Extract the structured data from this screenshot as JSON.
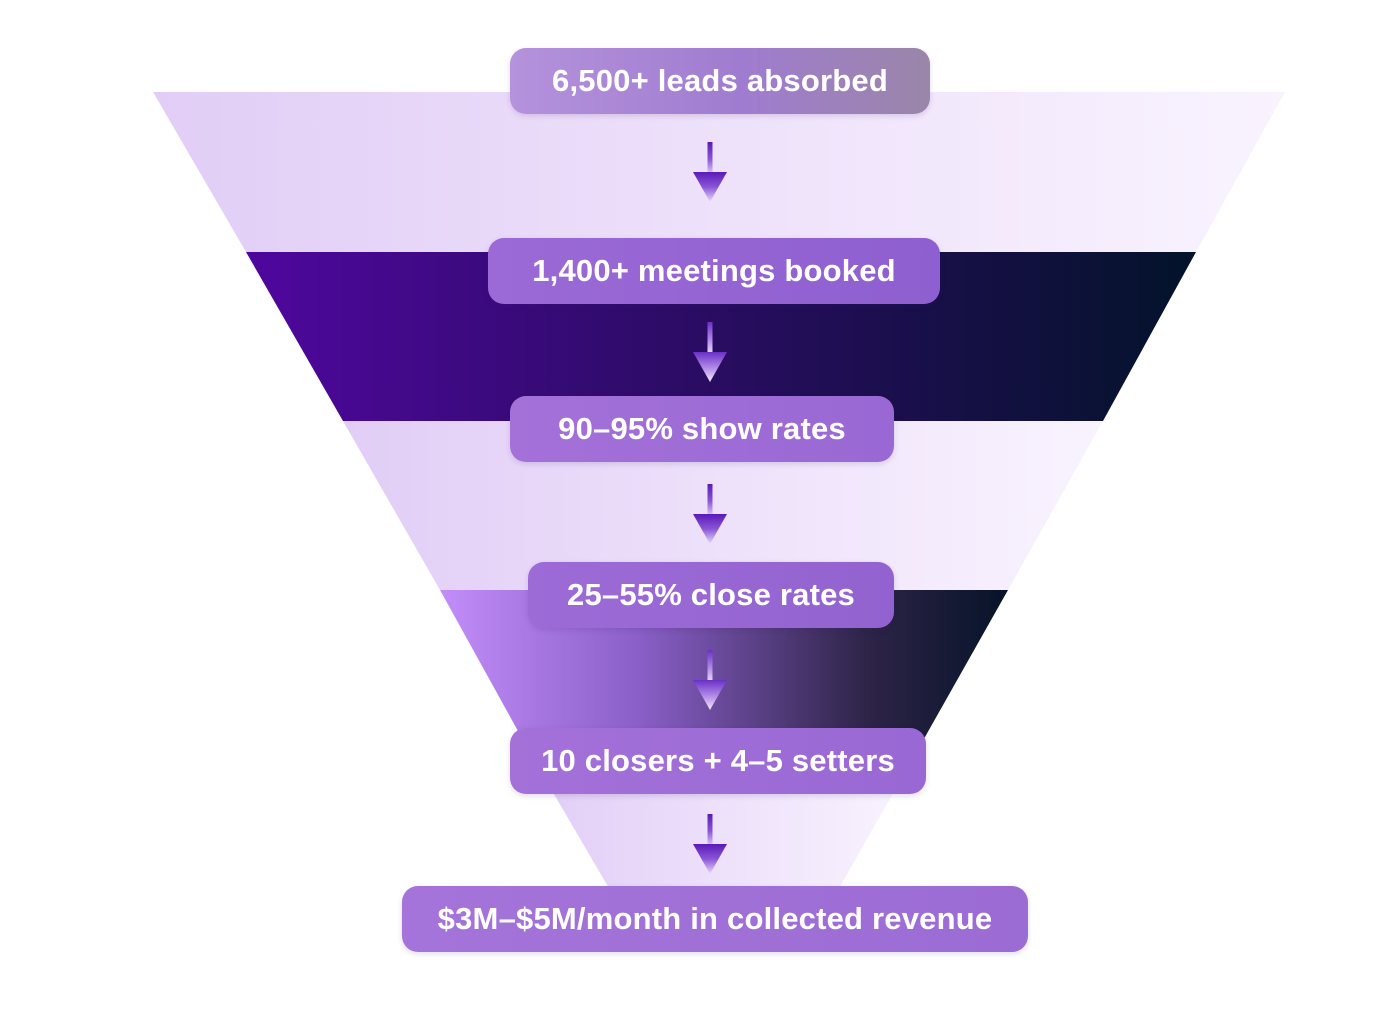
{
  "steps": [
    {
      "label": "6,500+ leads absorbed"
    },
    {
      "label": "1,400+ meetings booked"
    },
    {
      "label": "90–95% show rates"
    },
    {
      "label": "25–55% close rates"
    },
    {
      "label": "10 closers + 4–5 setters"
    },
    {
      "label": "$3M–$5M/month in collected revenue"
    }
  ],
  "colors": {
    "light_band_start": "#e2cff7",
    "light_band_end": "#f8f1fd",
    "dark_band_start": "#4e079c",
    "dark_band_end": "#04122a",
    "vivid_band_start": "#c08bf6",
    "box": "#9b6ad6",
    "arrow": "#6a2fc7"
  }
}
